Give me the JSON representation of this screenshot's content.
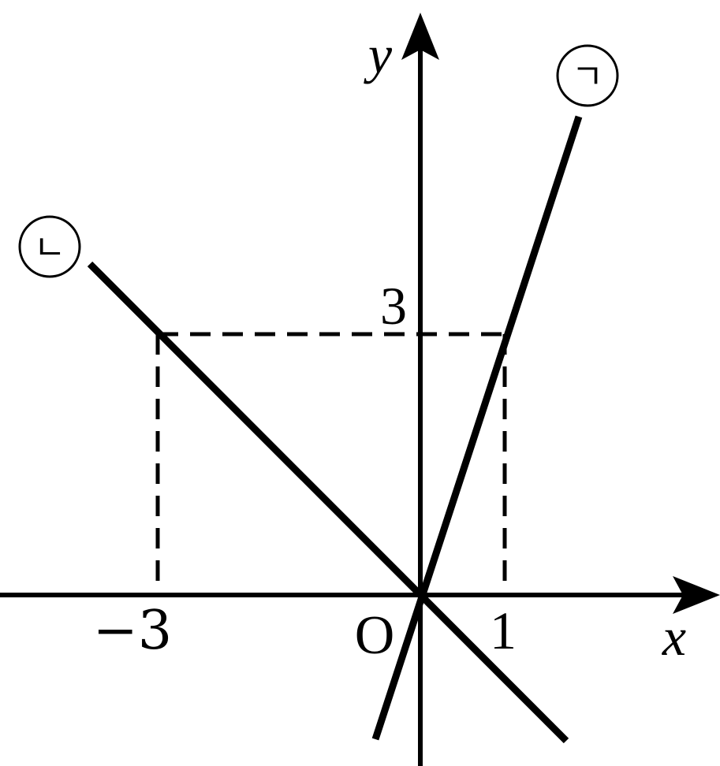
{
  "axes": {
    "x_label": "x",
    "y_label": "y",
    "origin_label": "O"
  },
  "ticks": {
    "x_neg": "−3",
    "x_pos": "1",
    "y_pos": "3"
  },
  "lines": [
    {
      "label": "ㄱ",
      "slope": 3
    },
    {
      "label": "ㄴ",
      "slope": -1
    }
  ],
  "guides": [
    {
      "point": [
        -3,
        3
      ]
    },
    {
      "point": [
        1,
        3
      ]
    }
  ],
  "colors": {
    "ink": "#000000",
    "background": "#ffffff"
  }
}
